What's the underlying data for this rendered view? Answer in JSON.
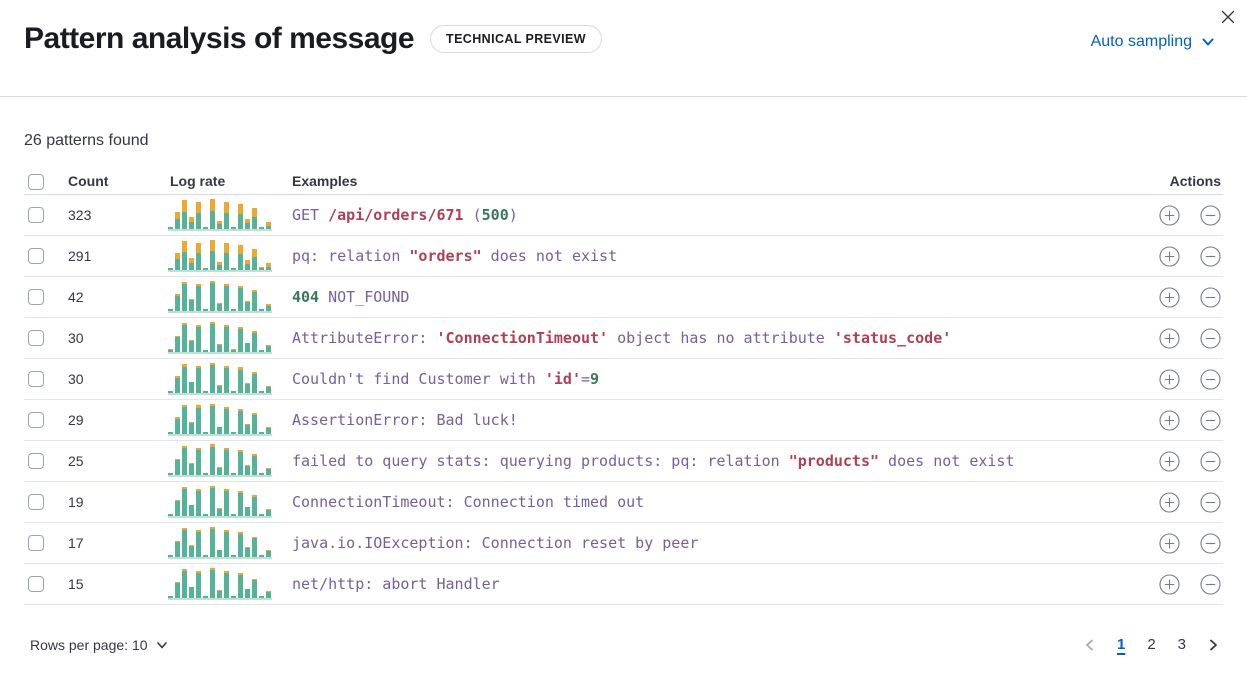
{
  "header": {
    "title": "Pattern analysis of message",
    "badge": "TECHNICAL PREVIEW",
    "sampling_label": "Auto sampling"
  },
  "summary": "26 patterns found",
  "table": {
    "columns": {
      "count": "Count",
      "log_rate": "Log rate",
      "examples": "Examples",
      "actions": "Actions"
    },
    "rows": [
      {
        "count": "323",
        "bars": [
          [
            2,
            0
          ],
          [
            10,
            7
          ],
          [
            17,
            12
          ],
          [
            7,
            5
          ],
          [
            16,
            11
          ],
          [
            2,
            0
          ],
          [
            18,
            12
          ],
          [
            5,
            3
          ],
          [
            16,
            11
          ],
          [
            2,
            0
          ],
          [
            15,
            10
          ],
          [
            6,
            4
          ],
          [
            12,
            9
          ],
          [
            2,
            0
          ],
          [
            3,
            4
          ]
        ],
        "example": [
          [
            "GET ",
            "p"
          ],
          [
            "/api/orders/671",
            "r"
          ],
          [
            " (",
            "p"
          ],
          [
            "500",
            "g"
          ],
          [
            ")",
            "p"
          ]
        ]
      },
      {
        "count": "291",
        "bars": [
          [
            2,
            0
          ],
          [
            11,
            6
          ],
          [
            18,
            11
          ],
          [
            7,
            5
          ],
          [
            17,
            10
          ],
          [
            2,
            0
          ],
          [
            19,
            11
          ],
          [
            5,
            3
          ],
          [
            17,
            10
          ],
          [
            2,
            0
          ],
          [
            16,
            9
          ],
          [
            6,
            4
          ],
          [
            13,
            8
          ],
          [
            2,
            1
          ],
          [
            3,
            4
          ]
        ],
        "example": [
          [
            "pq: relation ",
            "p"
          ],
          [
            "\"orders\"",
            "r"
          ],
          [
            " does not exist",
            "p"
          ]
        ]
      },
      {
        "count": "42",
        "bars": [
          [
            2,
            0
          ],
          [
            15,
            2
          ],
          [
            27,
            2
          ],
          [
            11,
            1
          ],
          [
            25,
            2
          ],
          [
            2,
            0
          ],
          [
            28,
            2
          ],
          [
            7,
            1
          ],
          [
            25,
            2
          ],
          [
            2,
            0
          ],
          [
            23,
            2
          ],
          [
            9,
            1
          ],
          [
            19,
            2
          ],
          [
            2,
            0
          ],
          [
            5,
            2
          ]
        ],
        "example": [
          [
            "404",
            "g"
          ],
          [
            " NOT_FOUND",
            "p"
          ]
        ]
      },
      {
        "count": "30",
        "bars": [
          [
            2,
            1
          ],
          [
            15,
            1
          ],
          [
            27,
            2
          ],
          [
            11,
            1
          ],
          [
            25,
            2
          ],
          [
            2,
            0
          ],
          [
            28,
            2
          ],
          [
            7,
            1
          ],
          [
            25,
            2
          ],
          [
            2,
            1
          ],
          [
            23,
            2
          ],
          [
            9,
            0
          ],
          [
            19,
            2
          ],
          [
            2,
            0
          ],
          [
            6,
            1
          ]
        ],
        "example": [
          [
            "AttributeError: ",
            "p"
          ],
          [
            "'ConnectionTimeout'",
            "r"
          ],
          [
            " object has no attribute ",
            "p"
          ],
          [
            "'status_code'",
            "r"
          ]
        ]
      },
      {
        "count": "30",
        "bars": [
          [
            2,
            0
          ],
          [
            15,
            2
          ],
          [
            26,
            3
          ],
          [
            11,
            0
          ],
          [
            25,
            2
          ],
          [
            2,
            0
          ],
          [
            28,
            2
          ],
          [
            7,
            1
          ],
          [
            25,
            2
          ],
          [
            2,
            0
          ],
          [
            23,
            3
          ],
          [
            9,
            1
          ],
          [
            19,
            2
          ],
          [
            2,
            0
          ],
          [
            6,
            1
          ]
        ],
        "example": [
          [
            "Couldn't find Customer with ",
            "p"
          ],
          [
            "'id'",
            "r"
          ],
          [
            "=",
            "p"
          ],
          [
            "9",
            "g"
          ]
        ]
      },
      {
        "count": "29",
        "bars": [
          [
            2,
            0
          ],
          [
            15,
            2
          ],
          [
            27,
            2
          ],
          [
            11,
            1
          ],
          [
            26,
            3
          ],
          [
            2,
            0
          ],
          [
            28,
            2
          ],
          [
            7,
            0
          ],
          [
            25,
            2
          ],
          [
            2,
            0
          ],
          [
            23,
            2
          ],
          [
            9,
            1
          ],
          [
            19,
            2
          ],
          [
            2,
            0
          ],
          [
            6,
            1
          ]
        ],
        "example": [
          [
            "AssertionError: Bad luck!",
            "p"
          ]
        ]
      },
      {
        "count": "25",
        "bars": [
          [
            2,
            0
          ],
          [
            15,
            1
          ],
          [
            27,
            2
          ],
          [
            11,
            1
          ],
          [
            25,
            2
          ],
          [
            2,
            0
          ],
          [
            28,
            3
          ],
          [
            7,
            1
          ],
          [
            25,
            2
          ],
          [
            2,
            0
          ],
          [
            23,
            2
          ],
          [
            9,
            1
          ],
          [
            19,
            2
          ],
          [
            2,
            0
          ],
          [
            6,
            1
          ]
        ],
        "example": [
          [
            "failed to query stats: querying products: pq: relation ",
            "p"
          ],
          [
            "\"products\"",
            "r"
          ],
          [
            " does not exist",
            "p"
          ]
        ]
      },
      {
        "count": "19",
        "bars": [
          [
            2,
            0
          ],
          [
            15,
            1
          ],
          [
            27,
            2
          ],
          [
            11,
            0
          ],
          [
            25,
            2
          ],
          [
            2,
            0
          ],
          [
            28,
            2
          ],
          [
            7,
            1
          ],
          [
            25,
            2
          ],
          [
            2,
            0
          ],
          [
            23,
            2
          ],
          [
            9,
            0
          ],
          [
            19,
            2
          ],
          [
            2,
            0
          ],
          [
            6,
            1
          ]
        ],
        "example": [
          [
            "ConnectionTimeout: Connection timed out",
            "p"
          ]
        ]
      },
      {
        "count": "17",
        "bars": [
          [
            2,
            0
          ],
          [
            15,
            1
          ],
          [
            27,
            2
          ],
          [
            11,
            1
          ],
          [
            25,
            2
          ],
          [
            2,
            0
          ],
          [
            28,
            2
          ],
          [
            7,
            0
          ],
          [
            25,
            2
          ],
          [
            2,
            0
          ],
          [
            23,
            2
          ],
          [
            9,
            1
          ],
          [
            19,
            1
          ],
          [
            2,
            0
          ],
          [
            6,
            1
          ]
        ],
        "example": [
          [
            "java.io.IOException: Connection reset by peer",
            "p"
          ]
        ]
      },
      {
        "count": "15",
        "bars": [
          [
            2,
            0
          ],
          [
            15,
            1
          ],
          [
            27,
            2
          ],
          [
            11,
            0
          ],
          [
            25,
            2
          ],
          [
            2,
            0
          ],
          [
            28,
            2
          ],
          [
            7,
            1
          ],
          [
            25,
            2
          ],
          [
            2,
            0
          ],
          [
            23,
            2
          ],
          [
            9,
            0
          ],
          [
            18,
            1
          ],
          [
            2,
            0
          ],
          [
            6,
            1
          ]
        ],
        "example": [
          [
            "net/http: abort Handler",
            "p"
          ]
        ]
      }
    ]
  },
  "footer": {
    "rows_per_page": "Rows per page: 10",
    "pages": [
      "1",
      "2",
      "3"
    ],
    "active_page": "1"
  },
  "colors": {
    "accent_blue": "#0061C2",
    "chart_green": "#54B399",
    "chart_orange": "#F0A72E",
    "token_purple": "#75609B",
    "token_red": "#AD4057",
    "token_green": "#337A5B",
    "border": "#D3DAE6"
  }
}
